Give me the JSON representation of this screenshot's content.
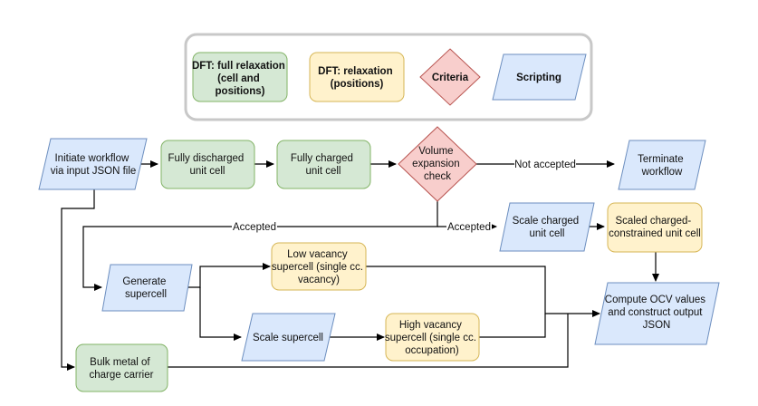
{
  "colors": {
    "dft_full_fill": "#d5e8d4",
    "dft_full_stroke": "#82b366",
    "dft_relax_fill": "#fff2cc",
    "dft_relax_stroke": "#d6b656",
    "criteria_fill": "#f8cecc",
    "criteria_stroke": "#b85450",
    "scripting_fill": "#dae8fc",
    "scripting_stroke": "#6c8ebf",
    "legend_border": "#c8c8c8",
    "edge": "#000000"
  },
  "legend": {
    "dft_full": [
      "DFT: full relaxation",
      "(cell and",
      "positions)"
    ],
    "dft_relax": [
      "DFT: relaxation",
      "(positions)"
    ],
    "criteria": [
      "Criteria"
    ],
    "scripting": [
      "Scripting"
    ]
  },
  "nodes": {
    "initiate": [
      "Initiate workflow",
      "via input JSON file"
    ],
    "discharged": [
      "Fully discharged",
      "unit cell"
    ],
    "charged": [
      "Fully charged",
      "unit cell"
    ],
    "volume_check": [
      "Volume",
      "expansion",
      "check"
    ],
    "terminate": [
      "Terminate",
      "workflow"
    ],
    "scale_charged": [
      "Scale charged",
      "unit cell"
    ],
    "scaled_constrained": [
      "Scaled charged-",
      "constrained unit cell"
    ],
    "generate": [
      "Generate",
      "supercell"
    ],
    "low_vacancy": [
      "Low vacancy",
      "supercell (single cc.",
      "vacancy)"
    ],
    "scale_supercell": [
      "Scale supercell"
    ],
    "high_vacancy": [
      "High vacancy",
      "supercell (single cc.",
      "occupation)"
    ],
    "compute_ocv": [
      "Compute OCV values",
      "and construct output",
      "JSON"
    ],
    "bulk_metal": [
      "Bulk metal of",
      "charge carrier"
    ]
  },
  "edge_labels": {
    "not_accepted": "Not accepted",
    "accepted_left": "Accepted",
    "accepted_right": "Accepted"
  }
}
